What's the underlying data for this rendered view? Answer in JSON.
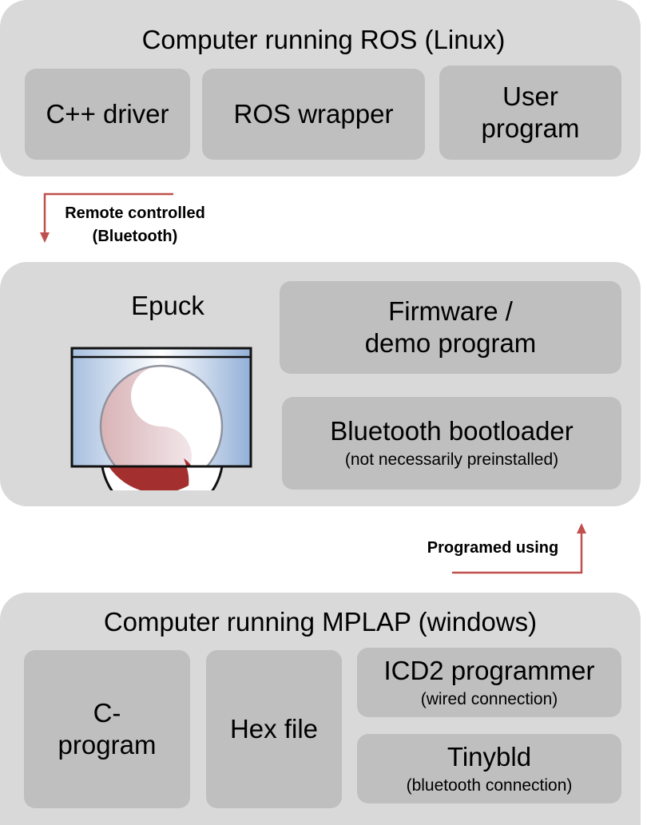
{
  "top": {
    "title": "Computer running ROS (Linux)",
    "boxes": [
      "C++ driver",
      "ROS wrapper"
    ],
    "user_program": {
      "line1": "User",
      "line2": "program"
    }
  },
  "arrow_remote": {
    "line1": "Remote controlled",
    "line2": "(Bluetooth)"
  },
  "middle": {
    "title": "Epuck",
    "firmware": {
      "line1": "Firmware /",
      "line2": "demo program"
    },
    "bootloader": {
      "title": "Bluetooth bootloader",
      "subtitle": "(not necessarily preinstalled)"
    }
  },
  "arrow_programmed": {
    "label": "Programed using"
  },
  "bottom": {
    "title": "Computer running MPLAP (windows)",
    "c_program": {
      "line1": "C-",
      "line2": "program"
    },
    "hex_file": "Hex file",
    "icd2": {
      "title": "ICD2 programmer",
      "subtitle": "(wired connection)"
    },
    "tinybld": {
      "title": "Tinybld",
      "subtitle": "(bluetooth connection)"
    }
  },
  "colors": {
    "panel": "#d9d9d9",
    "box": "#bfbfbf",
    "arrow": "#c0504d",
    "logo_red": "#a3302e"
  }
}
